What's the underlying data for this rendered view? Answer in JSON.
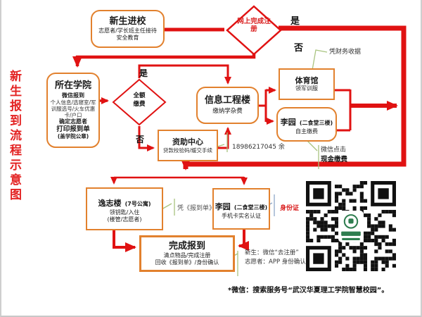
{
  "page": {
    "vertical_title": "新生报到流程示意图",
    "footnote": "*微信：搜索服务号“武汉华夏理工学院智慧校园”。"
  },
  "flow": {
    "start": {
      "title": "新生进校",
      "sub1": "志愿者/学长班主任接待",
      "sub2": "安全教育"
    },
    "d1": {
      "line1": "网上完成注",
      "line2": "册",
      "yes": "是",
      "no": "否"
    },
    "college": {
      "title": "所在学院",
      "bold1": "微信报到",
      "small1": "个人信息/选寝室/军",
      "small2": "训服选号/火车优惠",
      "small3": "卡/户口",
      "bold2": "确定志愿者",
      "bold3": "打印报到单",
      "bold4": "(盖学院公章)"
    },
    "d2": {
      "line1": "全额",
      "line2": "缴费",
      "yes": "是",
      "no": "否"
    },
    "info": {
      "title": "信息工程楼",
      "sub": "缴纳学杂费"
    },
    "gym": {
      "title": "体育馆",
      "sub": "领军训服"
    },
    "liyuan1": {
      "title": "李园",
      "paren": "(二食堂三楼)",
      "sub": "自主缴费"
    },
    "aid": {
      "title": "资助中心",
      "sub": "贷款校验码/缓交手续"
    },
    "yizhi": {
      "title": "逸志楼",
      "paren": "(7号公寓)",
      "sub1": "领钥匙/入住",
      "sub2": "(楼管/志愿者)"
    },
    "liyuan2": {
      "title": "李园",
      "paren": "(二食堂三楼)",
      "sub": "手机卡实名认证"
    },
    "finish": {
      "title": "完成报到",
      "sub1": "清点物品/完成注册",
      "sub2": "回收《报到单》/身份确认"
    }
  },
  "annotations": {
    "receipt": "凭财务收据",
    "phone": "18986217045 余",
    "wechat_click": "微信点击",
    "cash_pay": "现金缴费",
    "report_slip": "凭《报到单》",
    "id_card": "身份证",
    "finish_note1": "新生：微信“去注册”",
    "finish_note2": "志愿者：APP 身份确认"
  },
  "colors": {
    "flow_red": "#e01212",
    "box_orange": "#e2812e",
    "bracket_green": "#a9c47f",
    "bracket_blue": "#8fa8c8",
    "title_red": "#e32222",
    "qr_green": "#2e7d4f"
  }
}
